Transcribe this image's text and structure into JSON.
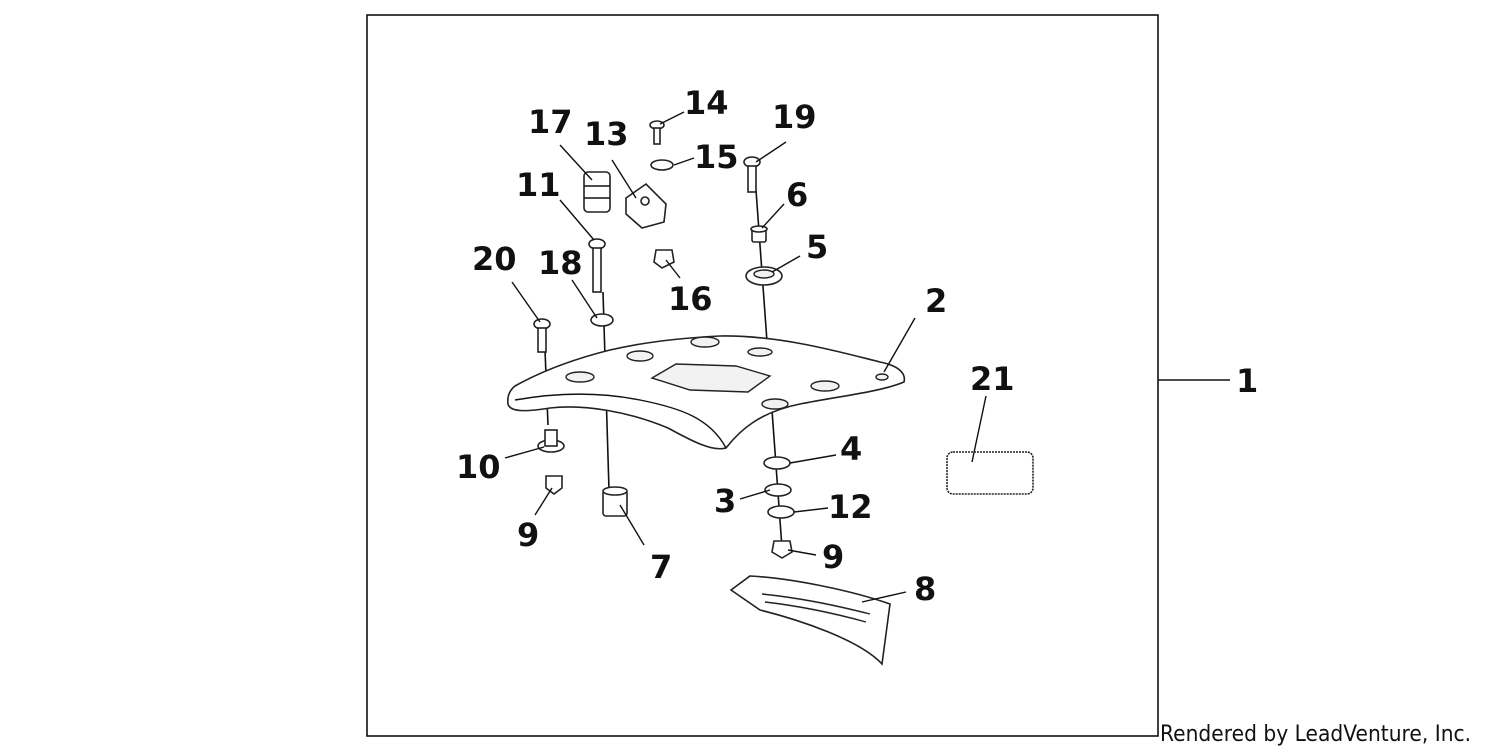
{
  "diagram": {
    "assembly_label": "1",
    "callouts": [
      "2",
      "3",
      "4",
      "5",
      "6",
      "7",
      "8",
      "9",
      "9",
      "10",
      "11",
      "12",
      "13",
      "14",
      "15",
      "16",
      "17",
      "18",
      "19",
      "20",
      "21"
    ]
  },
  "credit": "Rendered by LeadVenture, Inc."
}
